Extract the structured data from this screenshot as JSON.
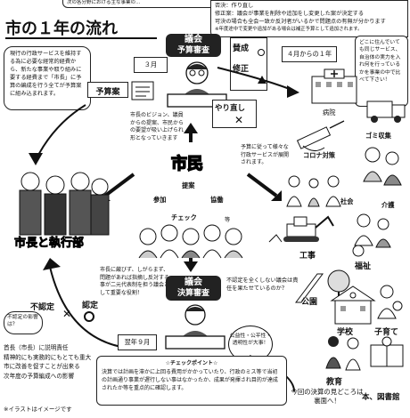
{
  "top_strip": {
    "text": "次の各分野における主な事業の…"
  },
  "title": "市の１年の流れ",
  "info_box": {
    "lines": [
      "否決：作り直し",
      "修正案：議会が事業を削除や追加をし変更した案が決定する",
      "可決の場合も全会一致か反対者がいるかで問題点の有無が分かります",
      "※年度途中で変更や追加がある場合は補正予算として追加されます。"
    ]
  },
  "note_left": "現行の行政サービスを維持する為に必要な経常的経費から、新たな事業や取り組みに要する経費まで「市長」に予算の編成を行う全てが予算案に組み込まれます。",
  "note_right": "どこに住んでいても同じサービス、自治体の実力を入れ何を行っているかを事業の中で比べて下さい！",
  "march": "３月",
  "council_budget_review": {
    "line1": "議会",
    "line2": "予算審査"
  },
  "budget_proposal": "予算案",
  "vote_panel": {
    "approve": "賛成",
    "amend": "修正",
    "redo": "やり直し"
  },
  "year_label": "４月からの１年",
  "services": {
    "hospital": "病院",
    "garbage": "ゴミ収集",
    "covid": "コロナ対策",
    "social": "社会",
    "care": "介護",
    "construction": "工事",
    "welfare": "福祉",
    "park": "公園",
    "school": "学校",
    "childcare": "子育て",
    "education": "教育",
    "library": "本、図書館"
  },
  "citizens": {
    "label": "市民",
    "participate": "参加",
    "propose": "提案",
    "cooperate": "協働",
    "check": "チェック",
    "etc": "等"
  },
  "citizen_note": "市長のビジョン、議員からの提案、市民からの要望が吸い上げられ形となっていきます",
  "service_note": "予算に従って様々な行政サービスが展開されます。",
  "mayor_label": "市長と執行部",
  "settlement_note": "市長に厳びず、しがらまず、問題があれば指摘し反対する事が二元代表制を担う議会として重要な役割！",
  "council_note": "不認定を全くしない議会は責任を果たせているのか？",
  "council_settlement": {
    "line1": "議会",
    "line2": "決算審査"
  },
  "next_year": "翌年９月",
  "ninntei": "認定",
  "fu_ninntei": "不認定",
  "fu_eikyou": "不認定の影響は？",
  "mayor_duty": [
    "首長（市長）に説明責任",
    "精神的にも実務的にもとても重大",
    "市に改善を促すことが出来る",
    "次年度の予算編成への影響"
  ],
  "badge_text": "公益性・公平性・透明性が大事！",
  "check_point": {
    "title": "☆チェックポイント☆",
    "body": "決算では計画を滞かに上回る費用がかかっていたり、行政のミス等で当初の計画通り事業が遅行しない事はなかったか、成果が発揮され目的が達成されたか等を重点的に確認します。"
  },
  "verify_note": "今回の決算の見どころは裏面へ！",
  "footer": "※イラストはイメージです",
  "colors": {
    "ink": "#111111",
    "paper": "#ffffff",
    "grey": "#cfcfcf"
  }
}
